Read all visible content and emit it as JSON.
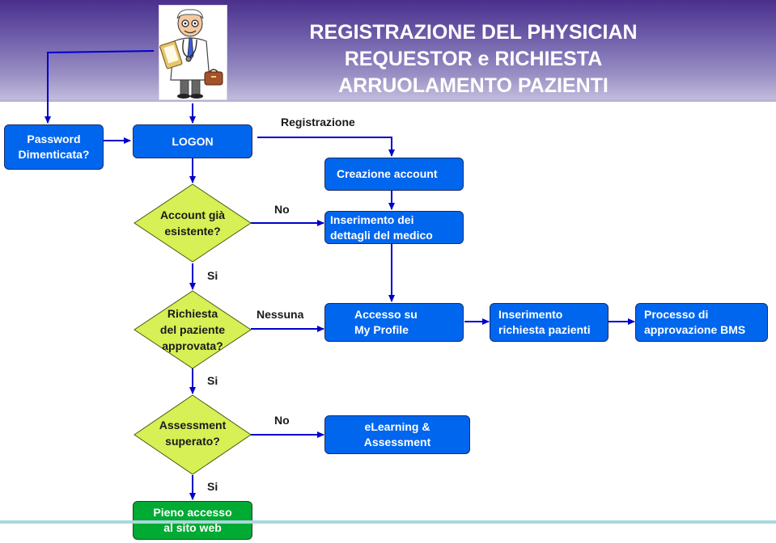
{
  "header": {
    "title_lines": [
      "REGISTRAZIONE DEL PHYSICIAN",
      "REQUESTOR e RICHIESTA",
      "ARRUOLAMENTO PAZIENTI"
    ]
  },
  "nodes": {
    "password": "Password\nDimenticata?",
    "logon": "LOGON",
    "creazione_account": "Creazione account",
    "inserimento_dettagli": "Inserimento dei\ndettagli del medico",
    "account_esistente": "Account già\nesistente?",
    "richiesta_approvata": "Richiesta\ndel paziente\napprovata?",
    "accesso_profile": "Accesso su\nMy Profile",
    "inserimento_richiesta": "Inserimento\nrichiesta pazienti",
    "processo_bms": "Processo di\napprovazione BMS",
    "assessment_superato": "Assessment\nsuperato?",
    "elearning": "eLearning &\nAssessment",
    "pieno_accesso": "Pieno accesso\nal sito web"
  },
  "edge_labels": {
    "registrazione": "Registrazione",
    "no_account": "No",
    "si_account": "Si",
    "nessuna": "Nessuna",
    "si_richiesta": "Si",
    "no_assessment": "No",
    "si_assessment": "Si"
  },
  "colors": {
    "process_box": "#0066ee",
    "final_box": "#00aa33",
    "decision": "#d6f055",
    "connector": "#0000cc"
  }
}
